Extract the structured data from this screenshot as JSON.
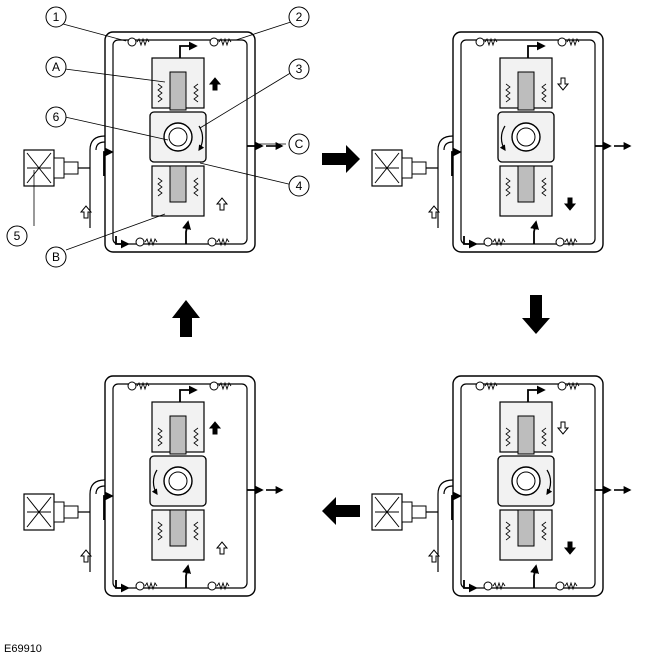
{
  "figure_id": "E69910",
  "callouts": [
    "1",
    "2",
    "3",
    "4",
    "5",
    "6",
    "A",
    "B",
    "C"
  ],
  "colors": {
    "line": "#000000",
    "fill_light": "#f2f2f2",
    "fill_mid": "#bdbdbd",
    "fill_dark": "#555555"
  },
  "stages": [
    {
      "rotor_arrow": "clockwise",
      "top_piston_arrow": "up",
      "bottom_piston_arrow": "up"
    },
    {
      "rotor_arrow": "counter-clockwise",
      "top_piston_arrow": "down",
      "bottom_piston_arrow": "down"
    },
    {
      "rotor_arrow": "clockwise",
      "top_piston_arrow": "down",
      "bottom_piston_arrow": "down"
    },
    {
      "rotor_arrow": "counter-clockwise",
      "top_piston_arrow": "up",
      "bottom_piston_arrow": "up"
    }
  ],
  "transitions": [
    "right",
    "down",
    "left",
    "up"
  ]
}
